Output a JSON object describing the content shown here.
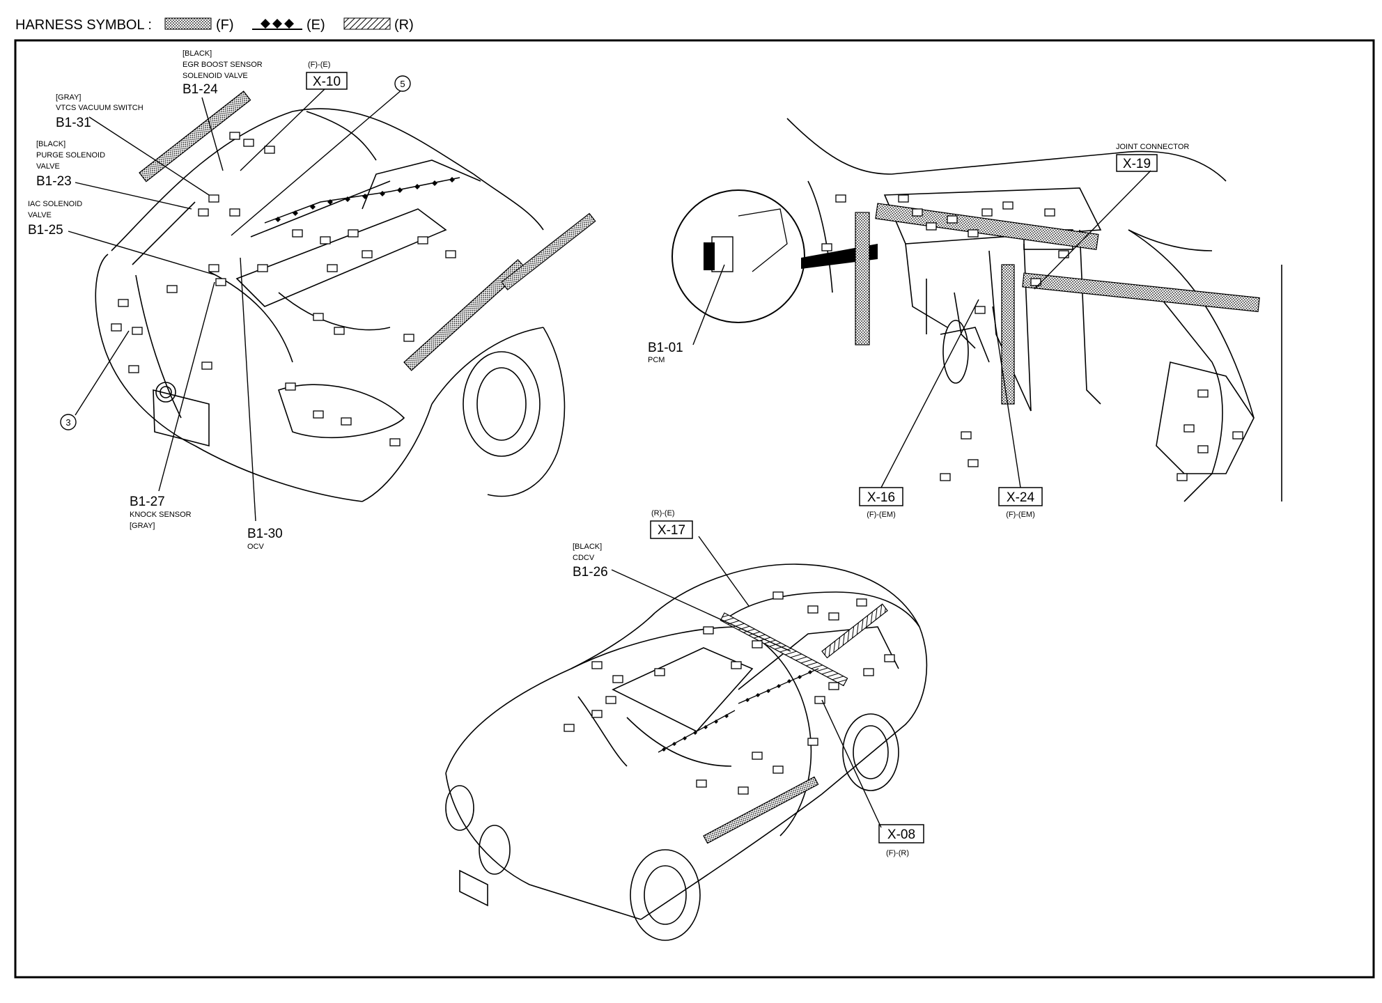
{
  "header": {
    "title": "HARNESS SYMBOL :",
    "sym_f": "(F)",
    "sym_e": "(E)",
    "sym_r": "(R)"
  },
  "engine": {
    "b1_24": {
      "tag": "[BLACK]",
      "desc1": "EGR BOOST SENSOR",
      "desc2": "SOLENOID VALVE",
      "code": "B1-24"
    },
    "b1_31": {
      "tag": "[GRAY]",
      "desc1": "VTCS VACUUM SWITCH",
      "code": "B1-31"
    },
    "b1_23": {
      "tag": "[BLACK]",
      "desc1": "PURGE SOLENOID",
      "desc2": "VALVE",
      "code": "B1-23"
    },
    "b1_25": {
      "desc1": "IAC SOLENOID",
      "desc2": "VALVE",
      "code": "B1-25"
    },
    "x_10": {
      "note": "(F)-(E)",
      "code": "X-10"
    },
    "mark5": "5",
    "mark3": "3",
    "b1_27": {
      "code": "B1-27",
      "desc1": "KNOCK SENSOR",
      "tag": "[GRAY]"
    },
    "b1_30": {
      "code": "B1-30",
      "desc1": "OCV"
    }
  },
  "dash": {
    "joint": "JOINT CONNECTOR",
    "x_19": "X-19",
    "b1_01": {
      "code": "B1-01",
      "desc1": "PCM"
    },
    "x_16": {
      "code": "X-16",
      "note": "(F)-(EM)"
    },
    "x_24": {
      "code": "X-24",
      "note": "(F)-(EM)"
    }
  },
  "body": {
    "x_17": {
      "note": "(R)-(E)",
      "code": "X-17"
    },
    "b1_26": {
      "tag": "[BLACK]",
      "desc1": "CDCV",
      "code": "B1-26"
    },
    "x_08": {
      "code": "X-08",
      "note": "(F)-(R)"
    }
  }
}
